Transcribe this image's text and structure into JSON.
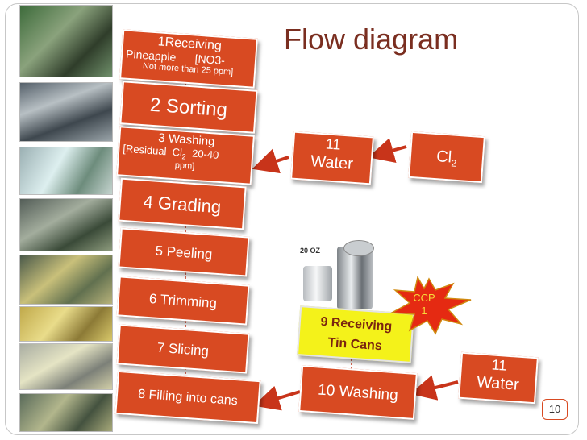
{
  "slide": {
    "title": "Flow diagram",
    "page_number": "10"
  },
  "steps": [
    {
      "label": "1Receiving",
      "label2": "Pineapple      [NO3-",
      "note": "Not more than 25 ppm]"
    },
    {
      "label": "2 Sorting"
    },
    {
      "label": "3 Washing",
      "label2": "[Residual  Cl",
      "sub": "2",
      "label3": "  20-40",
      "note": "ppm]"
    },
    {
      "label": "4 Grading"
    },
    {
      "label": "5 Peeling"
    },
    {
      "label": "6 Trimming"
    },
    {
      "label": "7 Slicing"
    },
    {
      "label": "8 Filling into cans"
    }
  ],
  "side_boxes": {
    "water_top": {
      "line1": "11",
      "line2": "Water"
    },
    "cl2": {
      "text": "Cl",
      "sub": "2"
    },
    "receiving_cans": {
      "line1": "9 Receiving",
      "line2": "Tin Cans"
    },
    "washing_10": {
      "text": "10 Washing"
    },
    "water_bottom": {
      "line1": "11",
      "line2": "Water"
    }
  },
  "ccp_badge": {
    "line1": "CCP",
    "line2": "1"
  },
  "can_label": "20 OZ",
  "colors": {
    "box_fill": "#d84a22",
    "arrow": "#c8341a",
    "title": "#7a2e20",
    "yellow": "#f4f21a",
    "ccp": "#e52a12"
  }
}
